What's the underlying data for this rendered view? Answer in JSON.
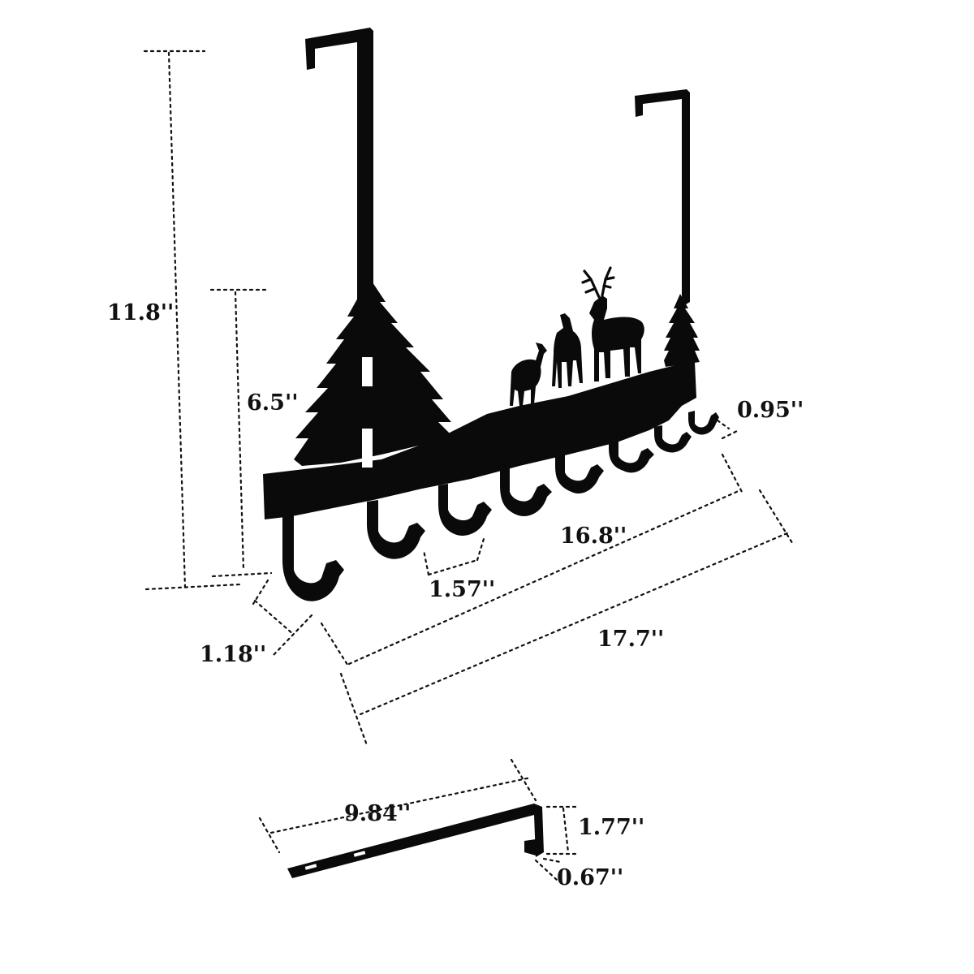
{
  "dimensions": {
    "total_height": "11.8''",
    "panel_height": "6.5''",
    "hook_spacing": "1.57''",
    "hook_depth": "1.18''",
    "hook_span": "16.8''",
    "total_width": "17.7''",
    "hook_height": "0.95''",
    "hanger_length": "9.84''",
    "hanger_drop": "1.77''",
    "hanger_gap": "0.67''"
  },
  "colors": {
    "metal": "#0a0a0a",
    "dimension_line": "#111111",
    "background": "#ffffff"
  }
}
